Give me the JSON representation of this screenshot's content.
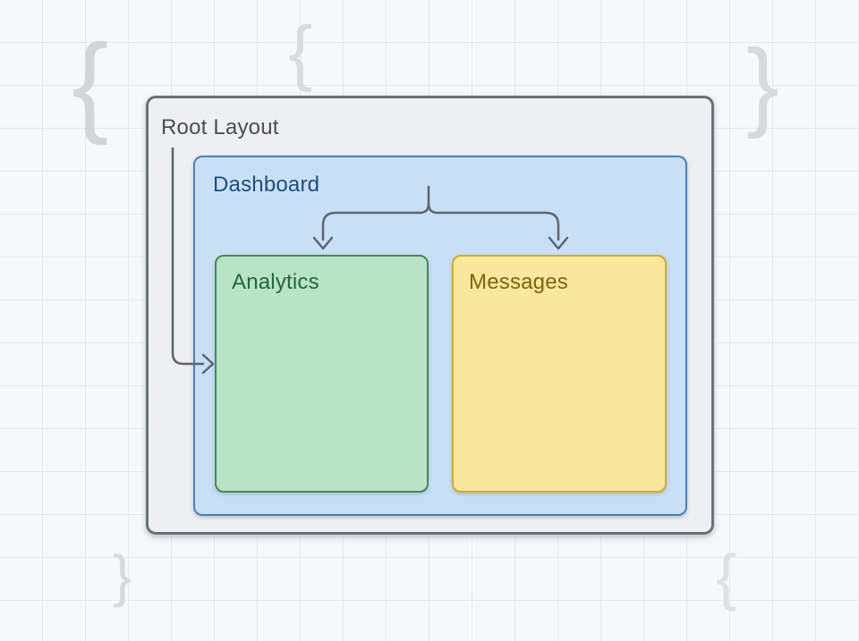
{
  "diagram": {
    "nodes": {
      "root": {
        "label": "Root Layout",
        "fill": "#edeff2",
        "border_color": "#6a717c",
        "text_color": "#474e57"
      },
      "dashboard": {
        "label": "Dashboard",
        "fill": "#c9dff5",
        "border_color": "#4a80b6",
        "text_color": "#1d4e7d"
      },
      "analytics": {
        "label": "Analytics",
        "fill": "#b9e3c5",
        "border_color": "#45895e",
        "text_color": "#23663d"
      },
      "messages": {
        "label": "Messages",
        "fill": "#f8e79d",
        "border_color": "#d2ab33",
        "text_color": "#7e660f"
      }
    },
    "connections": [
      {
        "from": "root",
        "to": "dashboard"
      },
      {
        "from": "dashboard",
        "to": "analytics"
      },
      {
        "from": "dashboard",
        "to": "messages"
      }
    ],
    "connector_color": "#5d646f"
  },
  "background": {
    "color": "#f6f8f9",
    "grid_color": "#d6dfe6",
    "brace_color": "#d5d9de",
    "braces": [
      {
        "glyph": "{"
      },
      {
        "glyph": "{"
      },
      {
        "glyph": "}"
      },
      {
        "glyph": "}"
      },
      {
        "glyph": "{"
      }
    ]
  }
}
